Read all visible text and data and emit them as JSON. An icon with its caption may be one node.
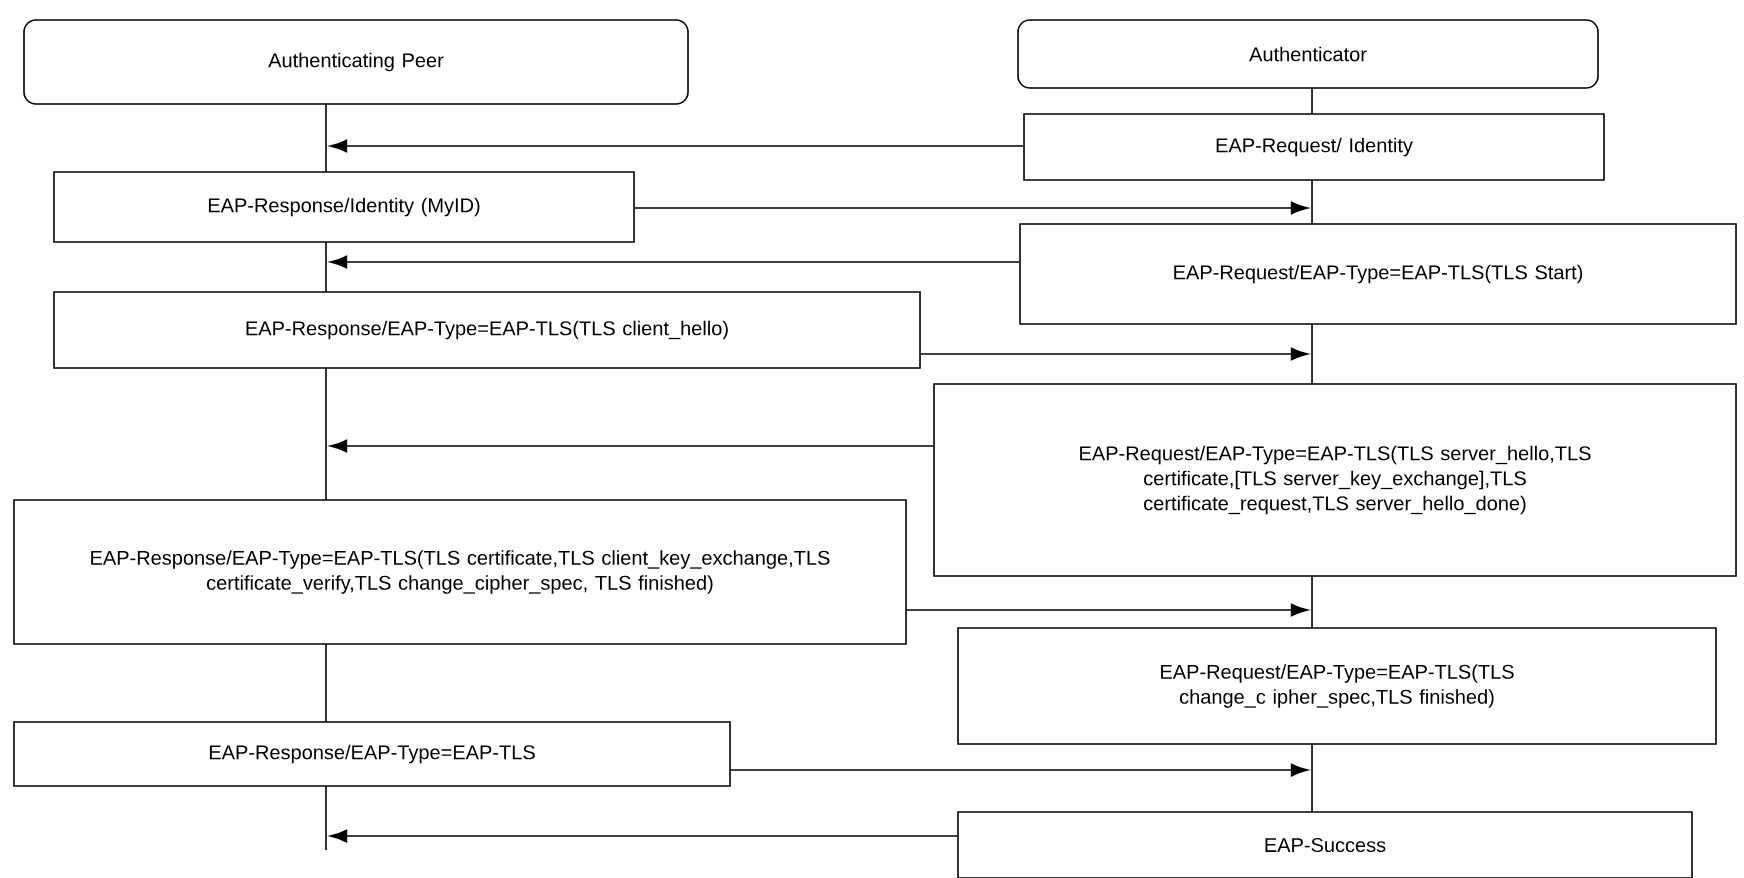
{
  "diagram": {
    "nodes": [
      {
        "text": [
          "Authenticating Peer"
        ]
      },
      {
        "text": [
          "Authenticator"
        ]
      },
      {
        "text": [
          "EAP-Request/ Identity"
        ]
      },
      {
        "text": [
          "EAP-Response/Identity (MyID)"
        ]
      },
      {
        "text": [
          "EAP-Request/EAP-Type=EAP-TLS(TLS Start)"
        ]
      },
      {
        "text": [
          "EAP-Response/EAP-Type=EAP-TLS(TLS client_hello)"
        ]
      },
      {
        "text": [
          "EAP-Request/EAP-Type=EAP-TLS(TLS server_hello,TLS certificate,[TLS server_key_exchange],TLS certificate_request,TLS server_hello_done)"
        ]
      },
      {
        "text": [
          "EAP-Response/EAP-Type=EAP-TLS(TLS certificate,TLS client_key_exchange,TLS certificate_verify,TLS change_cipher_spec, TLS finished)"
        ]
      },
      {
        "text": [
          "EAP-Request/EAP-Type=EAP-TLS(TLS change_c ipher_spec,TLS finished)"
        ]
      },
      {
        "text": [
          "EAP-Response/EAP-Type=EAP-TLS"
        ]
      },
      {
        "text": [
          "EAP-Success"
        ]
      },
      {
        "text": [],
        "shape": "bar"
      },
      {
        "text": [],
        "shape": "bar"
      }
    ],
    "edges": [
      {
        "from": 2,
        "to": 11,
        "arrow": "to"
      },
      {
        "from": 3,
        "to": 12,
        "arrow": "to"
      },
      {
        "from": 4,
        "to": 11,
        "arrow": "to"
      },
      {
        "from": 5,
        "to": 12,
        "arrow": "to"
      },
      {
        "from": 6,
        "to": 11,
        "arrow": "to"
      },
      {
        "from": 7,
        "to": 12,
        "arrow": "to"
      },
      {
        "from": 9,
        "to": 12,
        "arrow": "to"
      },
      {
        "from": 10,
        "to": 11,
        "arrow": "to"
      }
    ]
  }
}
